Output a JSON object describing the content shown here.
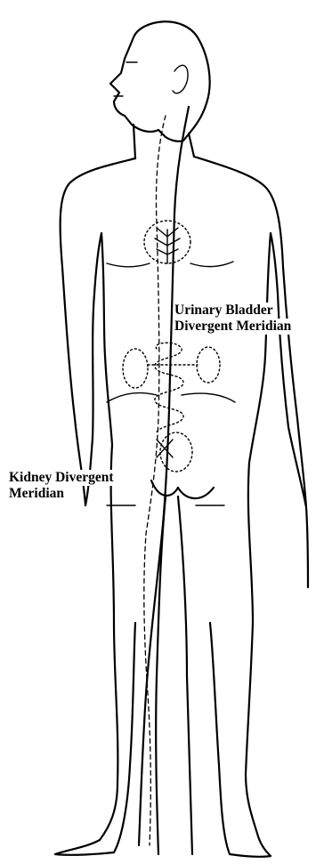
{
  "labels": {
    "urinary_bladder": {
      "line1": "Urinary Bladder",
      "line2": "Divergent Meridian"
    },
    "kidney": {
      "line1": "Kidney Divergent",
      "line2": "Meridian"
    }
  }
}
